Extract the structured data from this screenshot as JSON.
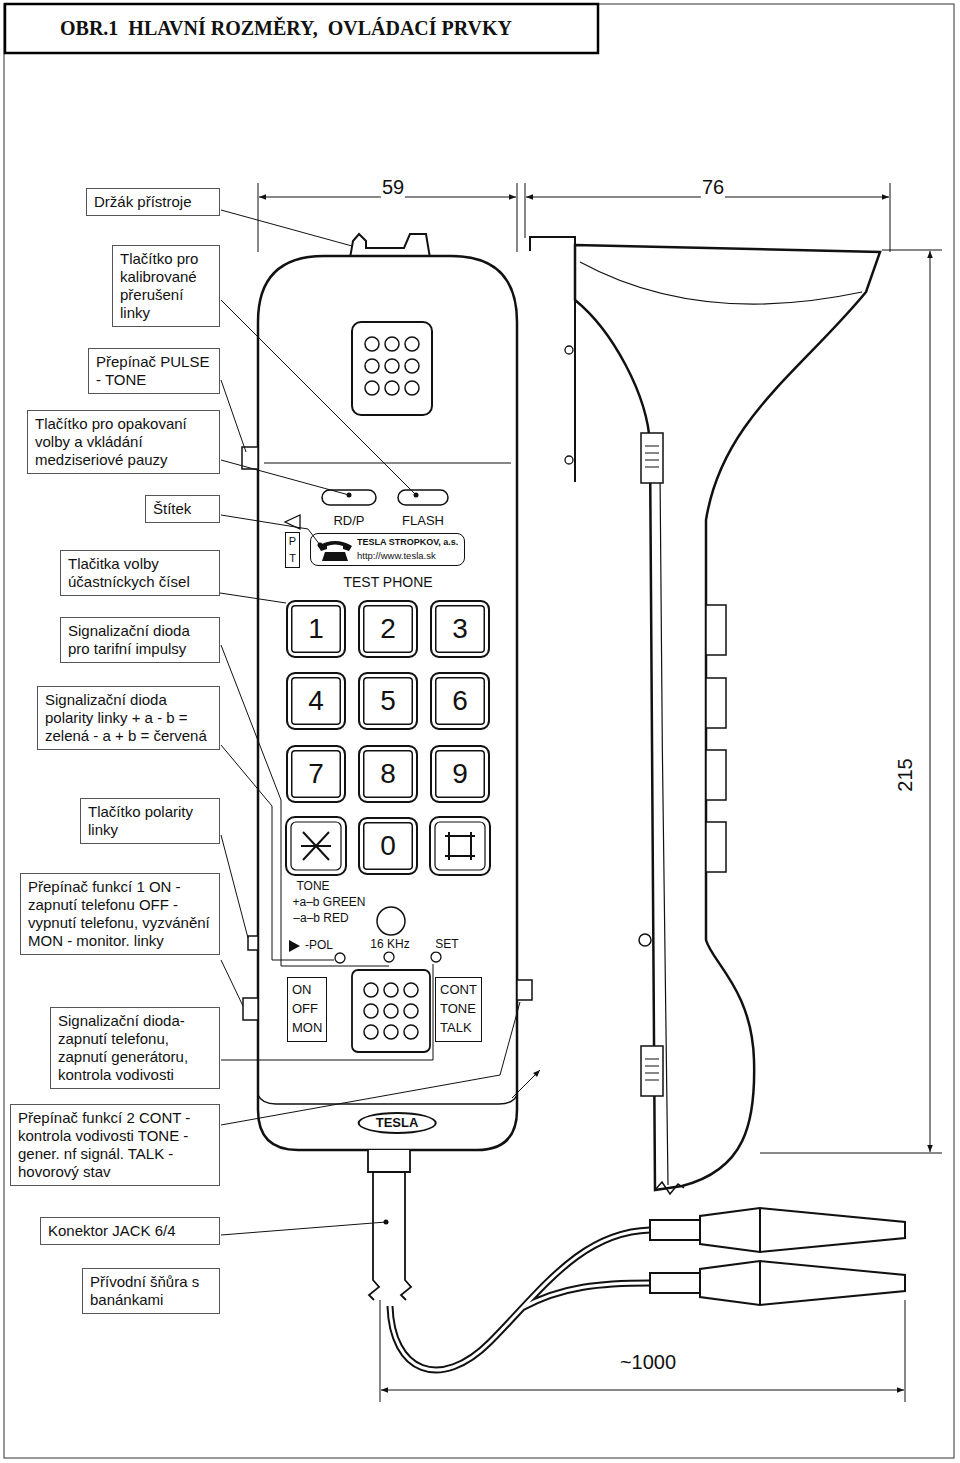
{
  "diagram": {
    "title": "OBR.1  HLAVNÍ ROZMĚRY,  OVLÁDACÍ PRVKY",
    "nodes": [
      {
        "text": [
          "Držák přístroje"
        ]
      },
      {
        "text": [
          "Tlačítko pro kalibrované přerušení linky"
        ]
      },
      {
        "text": [
          "Přepínač PULSE - TONE"
        ]
      },
      {
        "text": [
          "Tlačítko pro opakovaní volby a vkládání medziseriové pauzy"
        ]
      },
      {
        "text": [
          "Štítek"
        ]
      },
      {
        "text": [
          "Tlačitka volby účastníckych čísel"
        ]
      },
      {
        "text": [
          "Signalizační dioda pro tarifní impulsy"
        ]
      },
      {
        "text": [
          "Signalizační dioda polarity linky + a - b = zelená - a + b = červená"
        ]
      },
      {
        "text": [
          "Tlačítko polarity linky"
        ]
      },
      {
        "text": [
          "Přepínač funkcí 1 ON - zapnutí telefonu OFF - vypnutí telefonu, vyzvánění MON - monitor. linky"
        ]
      },
      {
        "text": [
          "Signalizační dioda- zapnutí telefonu, zapnutí generátoru, kontrola vodivosti"
        ]
      },
      {
        "text": [
          "Přepínač funkcí 2 CONT - kontrola vodivosti TONE - gener. nf signál. TALK - hovorový stav"
        ]
      },
      {
        "text": [
          "Konektor JACK 6/4"
        ]
      },
      {
        "text": [
          "Přívodní šňůra s banánkami"
        ]
      },
      {
        "text": [
          "P",
          "T"
        ]
      },
      {
        "text": [
          "TESLA STROPKOV, a.s.",
          "http://www.tesla.sk"
        ]
      },
      {
        "text": [
          "1"
        ]
      },
      {
        "text": [
          "2"
        ]
      },
      {
        "text": [
          "3"
        ]
      },
      {
        "text": [
          "4"
        ]
      },
      {
        "text": [
          "5"
        ]
      },
      {
        "text": [
          "6"
        ]
      },
      {
        "text": [
          "7"
        ]
      },
      {
        "text": [
          "8"
        ]
      },
      {
        "text": [
          "9"
        ]
      },
      {
        "text": [
          "0"
        ]
      },
      {
        "text": [
          "ON",
          "OFF",
          "MON"
        ]
      },
      {
        "text": [
          "CONT",
          "TONE",
          "TALK"
        ]
      },
      {
        "text": [
          "TESLA"
        ]
      }
    ],
    "edges": [
      {
        "from": 5,
        "to": 16,
        "arrow": "none"
      }
    ],
    "labels": [
      "59",
      "76",
      "215",
      "~1000",
      "RD/P",
      "FLASH",
      "TEST PHONE",
      "TONE",
      "+a–b GREEN",
      "–a–b RED",
      "-POL",
      "16 KHz",
      "SET"
    ]
  }
}
